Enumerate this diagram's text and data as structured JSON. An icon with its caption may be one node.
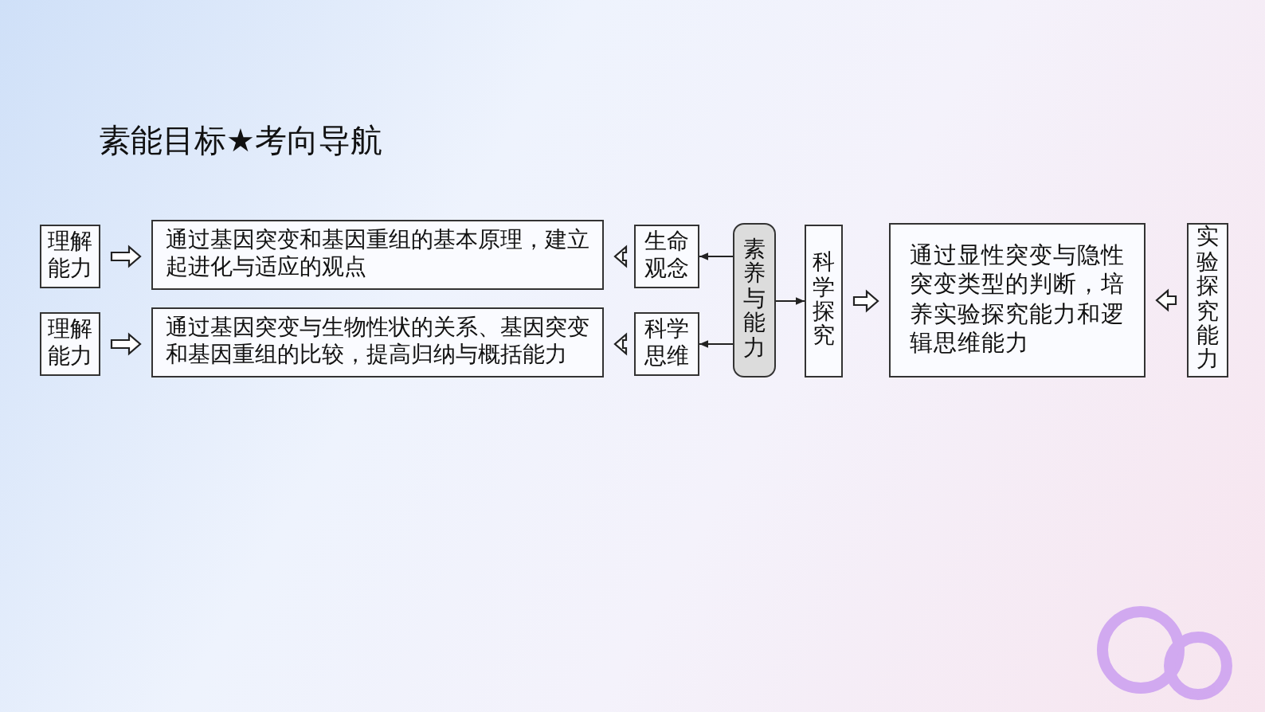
{
  "diagram": {
    "title": "素能目标★考向导航",
    "nodes": [
      {
        "text": [
          "理解能力"
        ]
      },
      {
        "text": [
          "通过基因突变和基因重组的基本原理，建立起进化与适应的观点"
        ]
      },
      {
        "text": [
          "生命观念"
        ]
      },
      {
        "text": [
          "素养与能力"
        ]
      },
      {
        "text": [
          "科学探究"
        ]
      },
      {
        "text": [
          "通过显性突变与隐性突变类型的判断，培养实验探究能力和逻辑思维能力"
        ]
      },
      {
        "text": [
          "实验探究能力"
        ]
      },
      {
        "text": [
          "理解能力"
        ]
      },
      {
        "text": [
          "通过基因突变与生物性状的关系、基因突变和基因重组的比较，提高归纳与概括能力"
        ]
      },
      {
        "text": [
          "科学思维"
        ]
      }
    ],
    "edges": [
      {
        "from": 0,
        "to": 1,
        "arrow": "to",
        "style": "thick"
      },
      {
        "from": 2,
        "to": 1,
        "arrow": "to",
        "style": "thick"
      },
      {
        "from": 3,
        "to": 2,
        "arrow": "to"
      },
      {
        "from": 3,
        "to": 9,
        "arrow": "to"
      },
      {
        "from": 3,
        "to": 4,
        "arrow": "to"
      },
      {
        "from": 4,
        "to": 5,
        "arrow": "to",
        "style": "thick"
      },
      {
        "from": 6,
        "to": 5,
        "arrow": "to",
        "style": "thick"
      },
      {
        "from": 7,
        "to": 8,
        "arrow": "to",
        "style": "thick"
      },
      {
        "from": 9,
        "to": 8,
        "arrow": "to",
        "style": "thick"
      }
    ]
  }
}
